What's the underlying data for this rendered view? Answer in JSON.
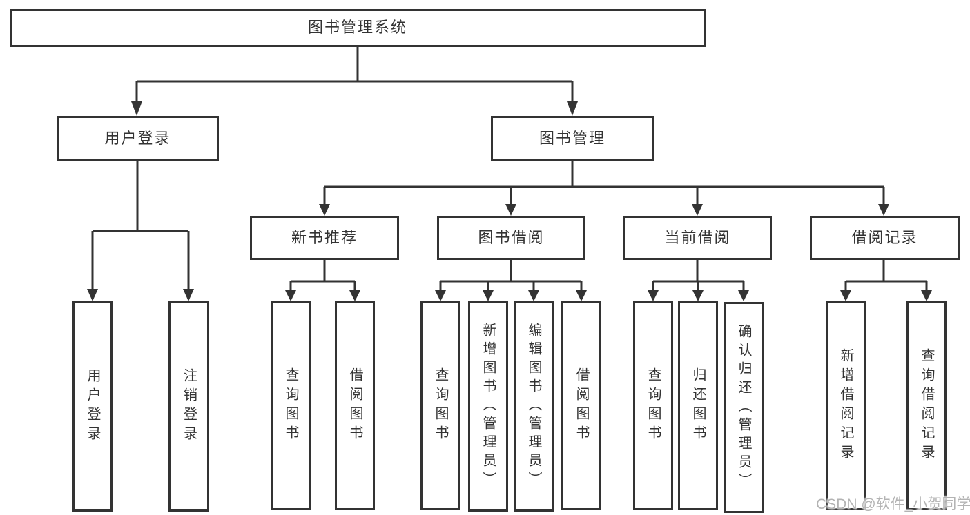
{
  "diagram": {
    "root": {
      "label": "图书管理系统"
    },
    "level2": [
      {
        "label": "用户登录",
        "children": [
          {
            "label": "用户登录"
          },
          {
            "label": "注销登录"
          }
        ]
      },
      {
        "label": "图书管理",
        "children": [
          {
            "label": "新书推荐",
            "children": [
              {
                "label": "查询图书"
              },
              {
                "label": "借阅图书"
              }
            ]
          },
          {
            "label": "图书借阅",
            "children": [
              {
                "label": "查询图书"
              },
              {
                "label": "新增图书（管理员）"
              },
              {
                "label": "编辑图书（管理员）"
              },
              {
                "label": "借阅图书"
              }
            ]
          },
          {
            "label": "当前借阅",
            "children": [
              {
                "label": "查询图书"
              },
              {
                "label": "归还图书"
              },
              {
                "label": "确认归还（管理员）"
              }
            ]
          },
          {
            "label": "借阅记录",
            "children": [
              {
                "label": "新增借阅记录"
              },
              {
                "label": "查询借阅记录"
              }
            ]
          }
        ]
      }
    ]
  },
  "watermark": {
    "text": "CSDN @软件_小贺同学"
  },
  "colors": {
    "line": "#333333",
    "box_border": "#333333",
    "box_bg": "#ffffff",
    "text": "#333333",
    "watermark": "#b3b3b3",
    "background": "#ffffff"
  }
}
